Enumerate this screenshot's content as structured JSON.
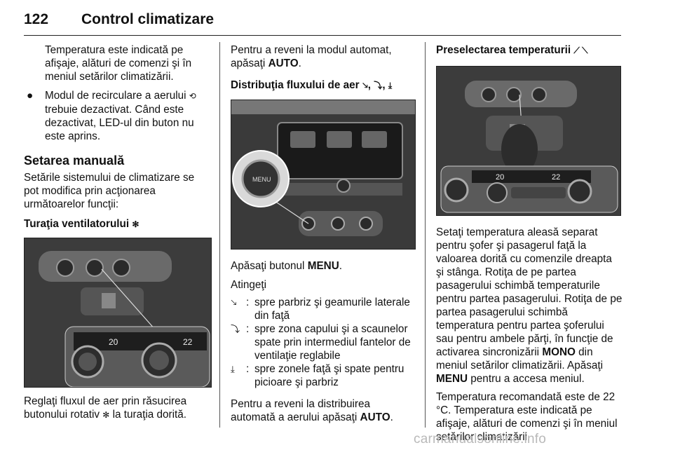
{
  "header": {
    "page_number": "122",
    "title": "Control climatizare"
  },
  "col1": {
    "p1": "Temperatura este indicată pe afişaje, alături de comenzi şi în meniul setărilor climatizării.",
    "bullet_dot": "●",
    "bullet_text_a": "Modul de recirculare a aerului",
    "bullet_text_b": "trebuie dezactivat. Când este dezactivat, LED-ul din buton nu este aprins.",
    "heading_manual": "Setarea manuală",
    "p_manual": "Setările sistemului de climatizare se pot modifica prin acţionarea următoarelor funcţii:",
    "heading_fan": "Turaţia ventilatorului",
    "p_fan_a": "Reglaţi fluxul de aer prin răsucirea butonului rotativ",
    "p_fan_b": "la turaţia dorită."
  },
  "col2": {
    "p_auto_a": "Pentru a reveni la modul automat, apăsaţi",
    "auto_label": "AUTO",
    "p_auto_b": ".",
    "heading_distrib": "Distribuţia fluxului de aer",
    "p_menu_a": "Apăsaţi butonul",
    "menu_label": "MENU",
    "p_menu_b": ".",
    "p_touch": "Atingeţi",
    "items": [
      {
        "icon": "🡖",
        "sep": ":",
        "text": "spre parbriz şi geamurile laterale din faţă"
      },
      {
        "icon": "⤵",
        "sep": ":",
        "text": "spre zona capului şi a scaunelor spate prin intermediul fantelor de ventilaţie reglabile"
      },
      {
        "icon": "⤓",
        "sep": ":",
        "text": "spre zonele faţă şi spate pentru picioare şi parbriz"
      }
    ],
    "p_distrib_a": "Pentru a reveni la distribuirea automată a aerului apăsaţi",
    "auto_label2": "AUTO",
    "p_distrib_b": "."
  },
  "col3": {
    "heading_temp": "Preselectarea temperaturii",
    "temp_icon_glyphs": "⟋ ⟍",
    "p_temp_a": "Setaţi temperatura aleasă separat pentru şofer şi pasagerul faţă la valoarea dorită cu comenzile dreapta şi stânga. Rotiţa de pe partea pasagerului schimbă temperaturile pentru partea pasagerului. Rotiţa de pe partea pasagerului schimbă temperatura pentru partea şoferului sau pentru ambele părţi, în funcţie de activarea sincronizării",
    "mono_label": "MONO",
    "p_temp_b": "din meniul setărilor climatizării. Apăsaţi",
    "menu_label": "MENU",
    "p_temp_c": "pentru a accesa meniul.",
    "p_recommended": "Temperatura recomandată este de 22 °C. Temperatura este indicată pe afişaje, alături de comenzi şi în meniul setărilor climatizării."
  },
  "images": {
    "fan_panel": {
      "temp_left": "20",
      "temp_right": "22",
      "knob_label": ""
    },
    "distrib_panel": {
      "knob_label": "MENU"
    },
    "temp_panel": {
      "temp_left": "20",
      "temp_right": "22"
    }
  },
  "icons": {
    "recirculation": "⟲",
    "fan": "✻"
  },
  "watermark": "carmanualsonline.info",
  "colors": {
    "text": "#111111",
    "photo_bg": "#444444",
    "watermark": "#b9b9b9"
  }
}
